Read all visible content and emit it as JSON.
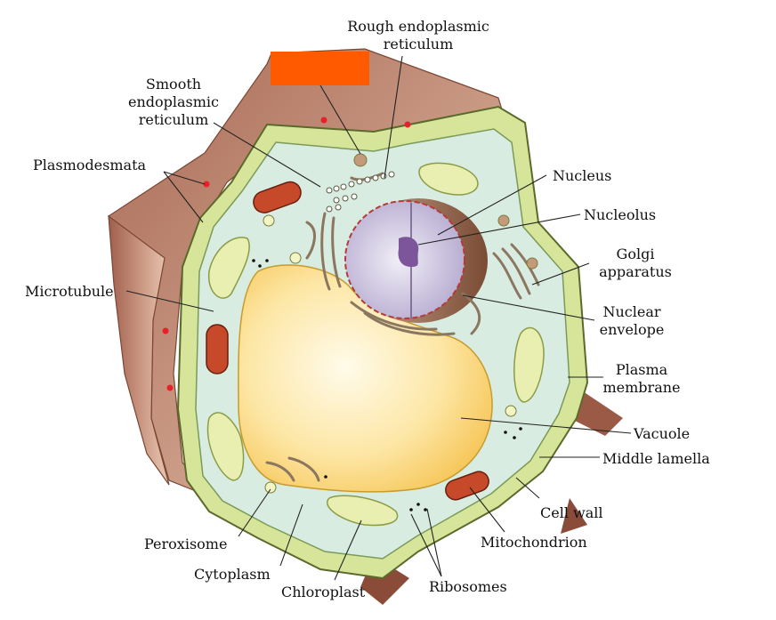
{
  "colors": {
    "redaction_box": "#ff5a00",
    "marker_dot": "#e8202a",
    "cell_wall": "#d6e59a",
    "cytoplasm": "#d9ece1",
    "vacuole": "#fbe39a",
    "neighbor_wall": "#b07a62",
    "nucleus": "#c9c0dd",
    "nucleolus": "#7d559a",
    "mitochondrion": "#c64a2a",
    "leader_line": "#222222"
  },
  "labels": {
    "rough_er": [
      "Rough endoplasmic",
      "reticulum"
    ],
    "smooth_er": [
      "Smooth",
      "endoplasmic",
      "reticulum"
    ],
    "plasmodesmata": "Plasmodesmata",
    "microtubule": "Microtubule",
    "nucleus": "Nucleus",
    "nucleolus": "Nucleolus",
    "golgi": [
      "Golgi",
      "apparatus"
    ],
    "nuclear_envelope": [
      "Nuclear",
      "envelope"
    ],
    "plasma_membrane": [
      "Plasma",
      "membrane"
    ],
    "vacuole": "Vacuole",
    "middle_lamella": "Middle lamella",
    "cell_wall": "Cell wall",
    "mitochondrion": "Mitochondrion",
    "ribosomes": "Ribosomes",
    "chloroplast": "Chloroplast",
    "cytoplasm": "Cytoplasm",
    "peroxisome": "Peroxisome"
  },
  "icons": {
    "redaction": "orange-redaction-box",
    "marker": "red-dot-marker"
  }
}
